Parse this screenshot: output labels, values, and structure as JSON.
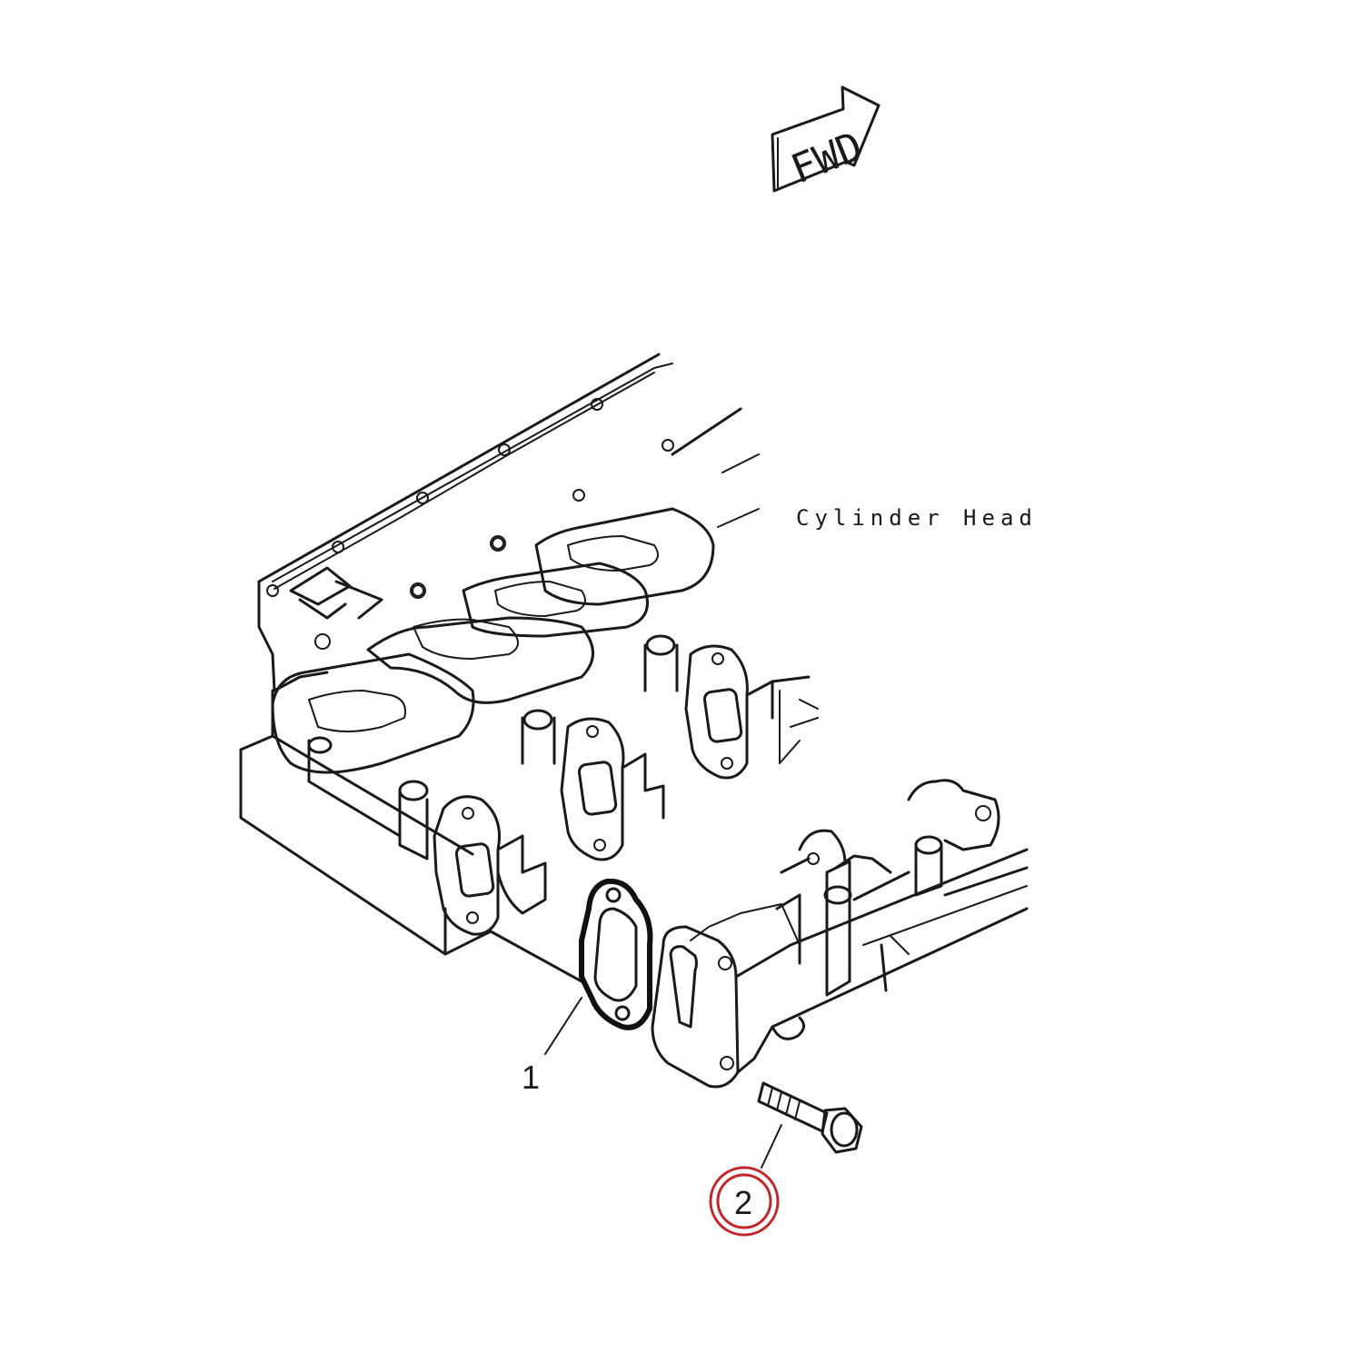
{
  "diagram": {
    "fwd_marker": "FWD",
    "annotation": "Cylinder Head",
    "callouts": [
      {
        "label": "1",
        "highlighted": false
      },
      {
        "label": "2",
        "highlighted": true
      }
    ]
  },
  "colors": {
    "line": "#1a1a1a",
    "background": "#ffffff",
    "highlight": "#c0282d"
  }
}
